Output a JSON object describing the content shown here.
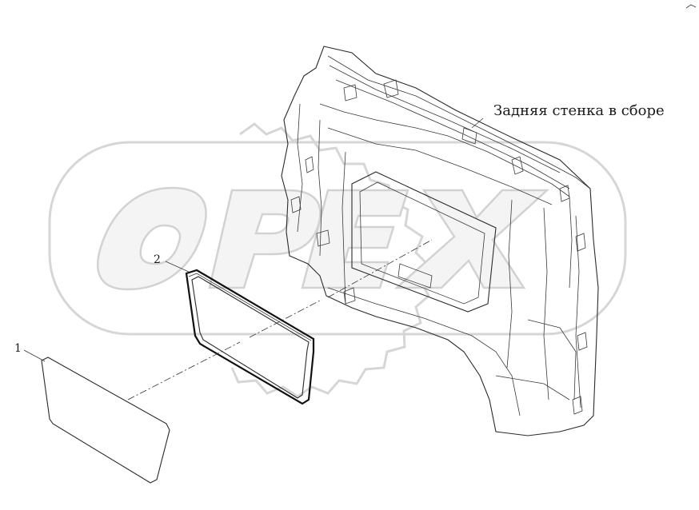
{
  "labels": {
    "assembly": "Задняя стенка в сборе",
    "part1": "1",
    "part2": "2"
  },
  "watermark": {
    "text": "OPEX",
    "color": "#d6d6d6"
  },
  "colors": {
    "line": "#2a2a2a",
    "background": "#ffffff"
  }
}
